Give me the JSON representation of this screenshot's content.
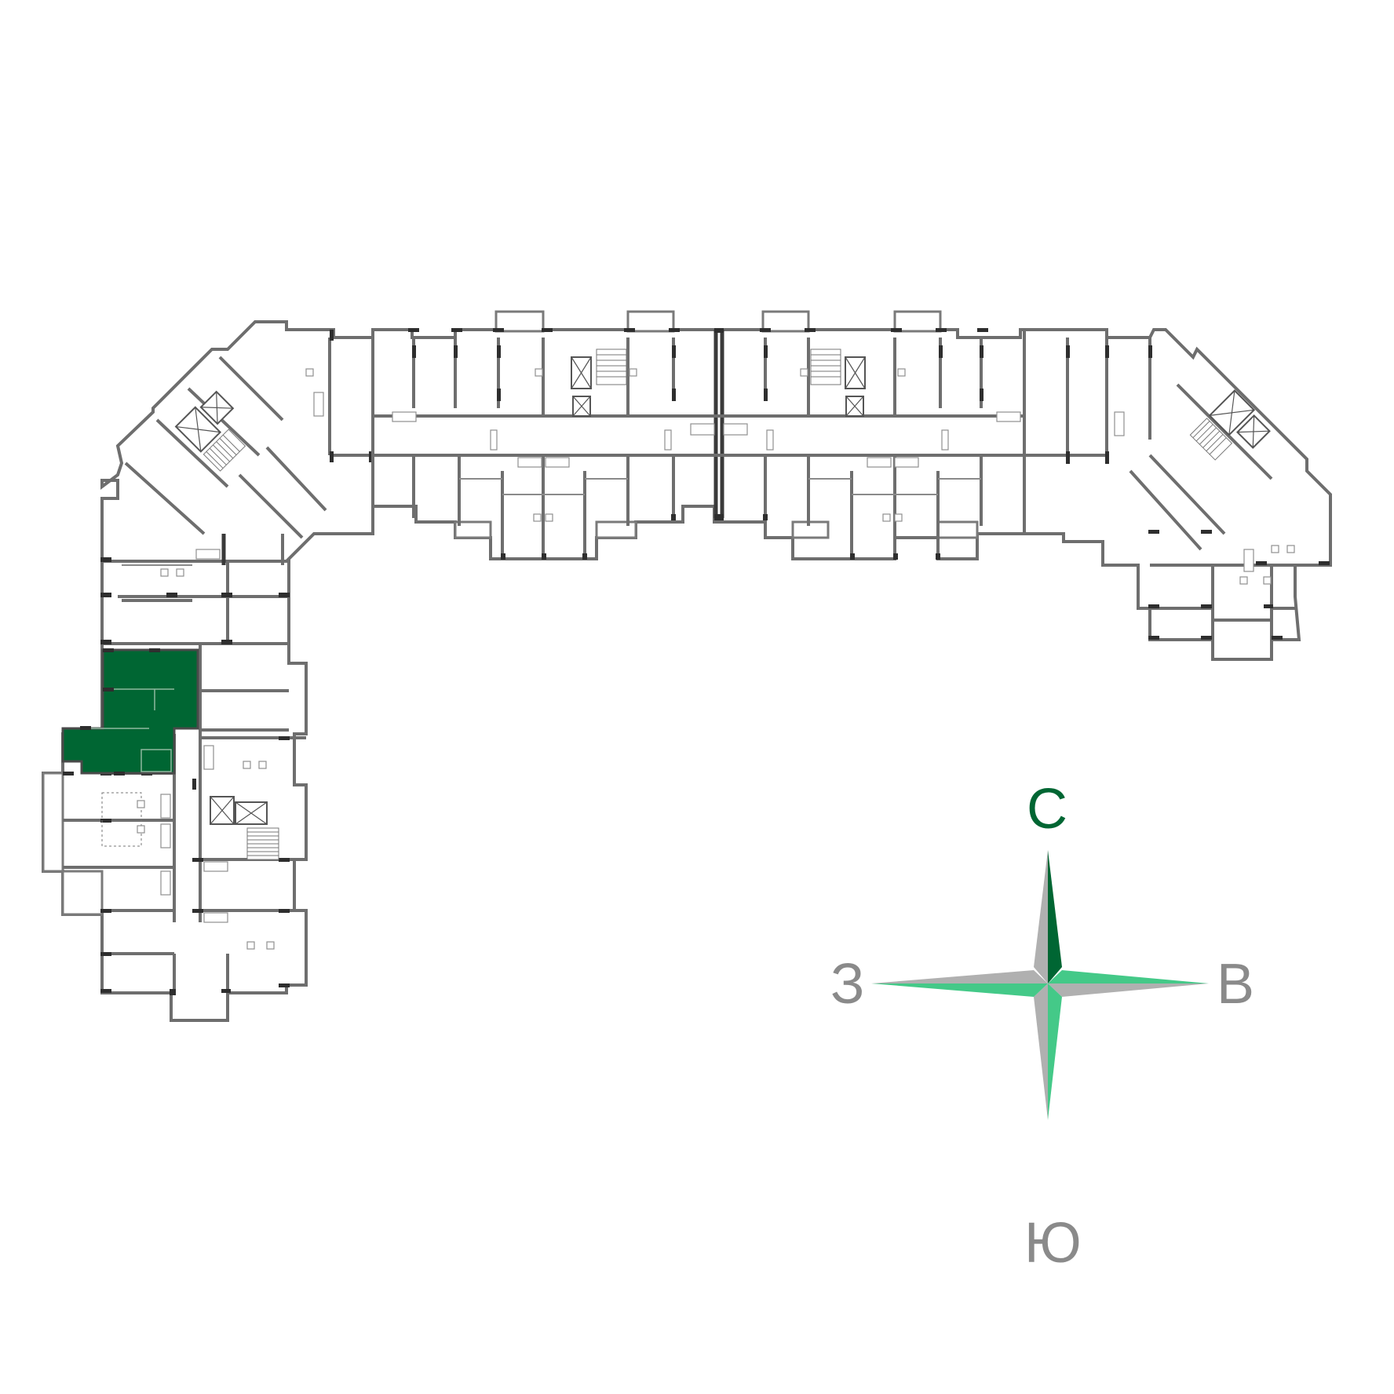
{
  "map": {
    "type": "floor-plan",
    "building_shape": "U-shaped residential section",
    "highlighted_apartment": {
      "label": "selected-apartment",
      "color": "#006633",
      "location": "west wing, upper part"
    },
    "colors": {
      "wall": "#6e6e6e",
      "wall_dark": "#2e2e2e",
      "background": "#ffffff",
      "highlight": "#006633"
    }
  },
  "compass": {
    "north": {
      "label": "С",
      "color": "#006633"
    },
    "west": {
      "label": "З",
      "color": "#8a8a8a"
    },
    "east": {
      "label": "В",
      "color": "#8a8a8a"
    },
    "south": {
      "label": "Ю",
      "color": "#8a8a8a"
    },
    "colors": {
      "dark_green": "#006633",
      "light_green": "#44c988",
      "gray": "#b0b0b0"
    }
  }
}
